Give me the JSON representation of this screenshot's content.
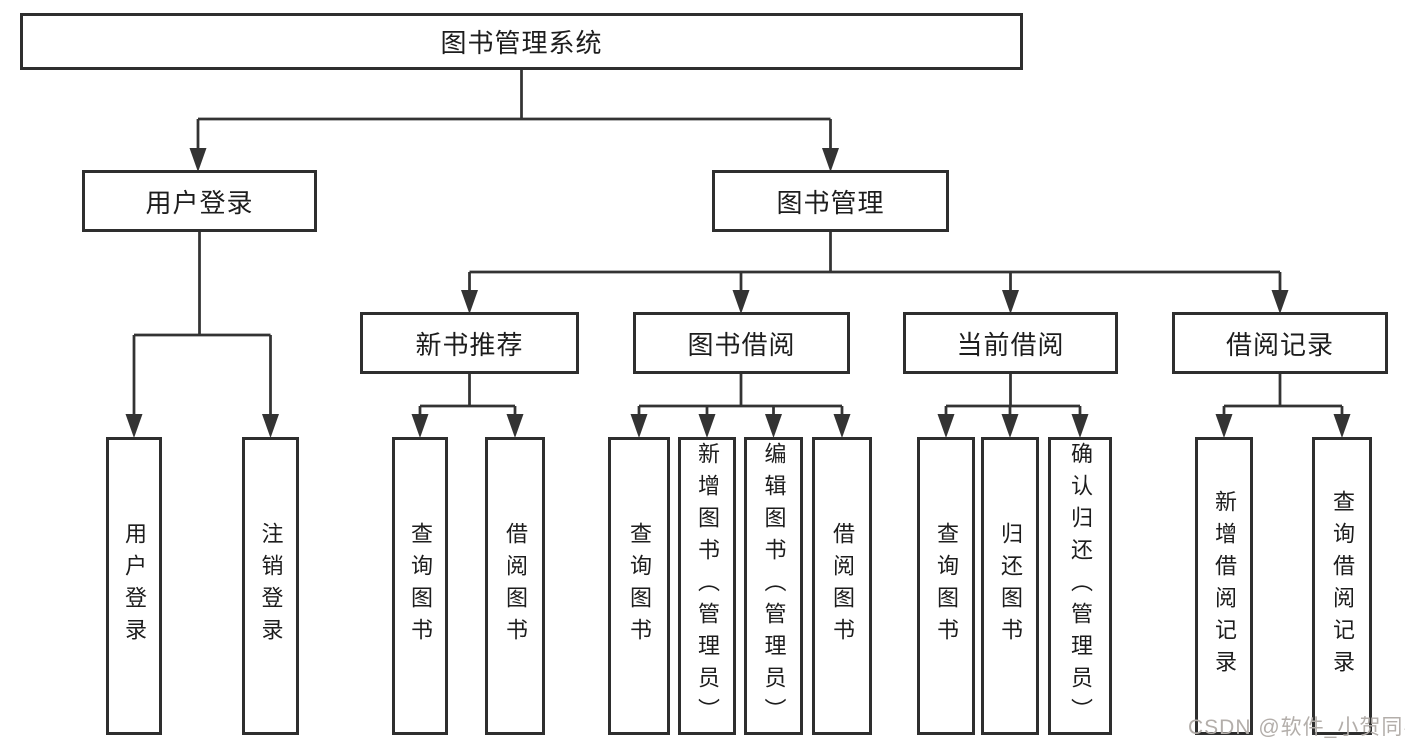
{
  "tree": {
    "label": "图书管理系统",
    "children": [
      {
        "label": "用户登录",
        "children": [
          {
            "label": "用户登录"
          },
          {
            "label": "注销登录"
          }
        ]
      },
      {
        "label": "图书管理",
        "children": [
          {
            "label": "新书推荐",
            "children": [
              {
                "label": "查询图书"
              },
              {
                "label": "借阅图书"
              }
            ]
          },
          {
            "label": "图书借阅",
            "children": [
              {
                "label": "查询图书"
              },
              {
                "label": "新增图书（管理员）"
              },
              {
                "label": "编辑图书（管理员）"
              },
              {
                "label": "借阅图书"
              }
            ]
          },
          {
            "label": "当前借阅",
            "children": [
              {
                "label": "查询图书"
              },
              {
                "label": "归还图书"
              },
              {
                "label": "确认归还（管理员）"
              }
            ]
          },
          {
            "label": "借阅记录",
            "children": [
              {
                "label": "新增借阅记录"
              },
              {
                "label": "查询借阅记录"
              }
            ]
          }
        ]
      }
    ]
  },
  "watermark": {
    "text": "CSDN @软件_小贺同学",
    "color": "#b3aeaa"
  },
  "colors": {
    "line": "#333333",
    "box_border": "#2e2e2e",
    "text": "#1d1d1d",
    "background": "#ffffff"
  }
}
